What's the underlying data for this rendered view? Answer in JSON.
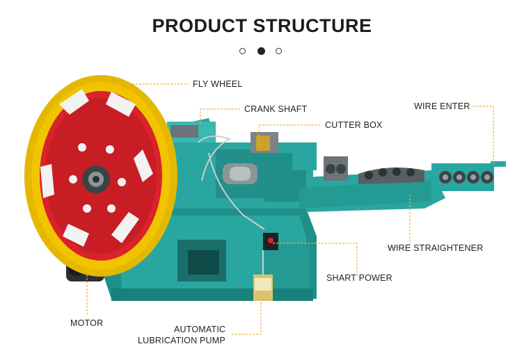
{
  "header": {
    "title": "PRODUCT STRUCTURE",
    "carousel_dots": [
      {
        "state": "inactive"
      },
      {
        "state": "active"
      },
      {
        "state": "inactive"
      }
    ]
  },
  "labels": {
    "fly_wheel": "FLY WHEEL",
    "crank_shaft": "CRANK SHAFT",
    "cutter_box": "CUTTER BOX",
    "wire_enter": "WIRE ENTER",
    "wire_straightener": "WIRE STRAIGHTENER",
    "shart_power": "SHART POWER",
    "motor": "MOTOR",
    "lubrication_pump_line1": "AUTOMATIC",
    "lubrication_pump_line2": "LUBRICATION PUMP"
  },
  "colors": {
    "machine_green": "#2aa6a0",
    "flywheel_yellow": "#f2c400",
    "flywheel_red": "#d8232a",
    "leader_line": "#f2b13a"
  }
}
